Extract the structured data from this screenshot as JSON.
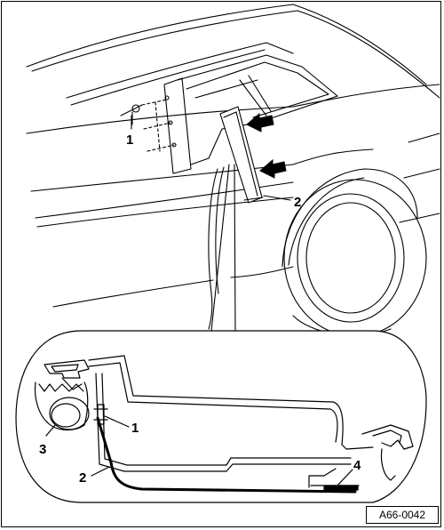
{
  "figure_id": "A66-0042",
  "callouts": {
    "c1_top": "1",
    "c2_top": "2",
    "c1_detail": "1",
    "c2_detail": "2",
    "c3_detail": "3",
    "c4_detail": "4"
  }
}
